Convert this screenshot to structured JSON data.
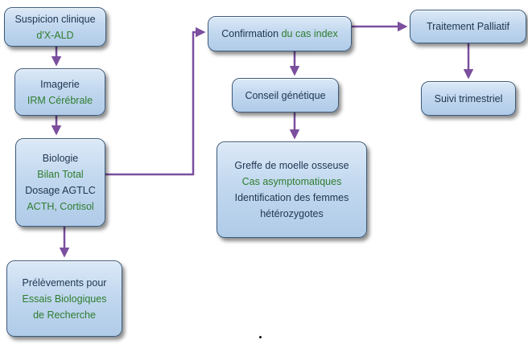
{
  "boxes": {
    "suspicion": {
      "line1": "Suspicion clinique",
      "line2": "d'X-ALD"
    },
    "imagerie": {
      "line1": "Imagerie",
      "line2": "IRM Cérébrale"
    },
    "biologie": {
      "line1": "Biologie",
      "line2": "Bilan Total",
      "line3": "Dosage AGTLC",
      "line4": "ACTH, Cortisol"
    },
    "prelevements": {
      "line1": "Prélèvements pour",
      "line2": "Essais Biologiques",
      "line3": "de Recherche"
    },
    "confirmation": {
      "line1a": "Confirmation",
      "line1b": "du cas index"
    },
    "conseil": {
      "line1": "Conseil génétique"
    },
    "greffe": {
      "line1": "Greffe de moelle osseuse",
      "line2": "Cas asymptomatiques",
      "line3": "Identification des femmes",
      "line4": "hétérozygotes"
    },
    "traitement": {
      "line1": "Traitement Palliatif"
    },
    "suivi": {
      "line1": "Suivi trimestriel"
    }
  },
  "colors": {
    "arrow": "#7b4f9e",
    "box_border": "#3c5a7a",
    "text_dark": "#1f3550",
    "text_green": "#2e7d2e"
  }
}
